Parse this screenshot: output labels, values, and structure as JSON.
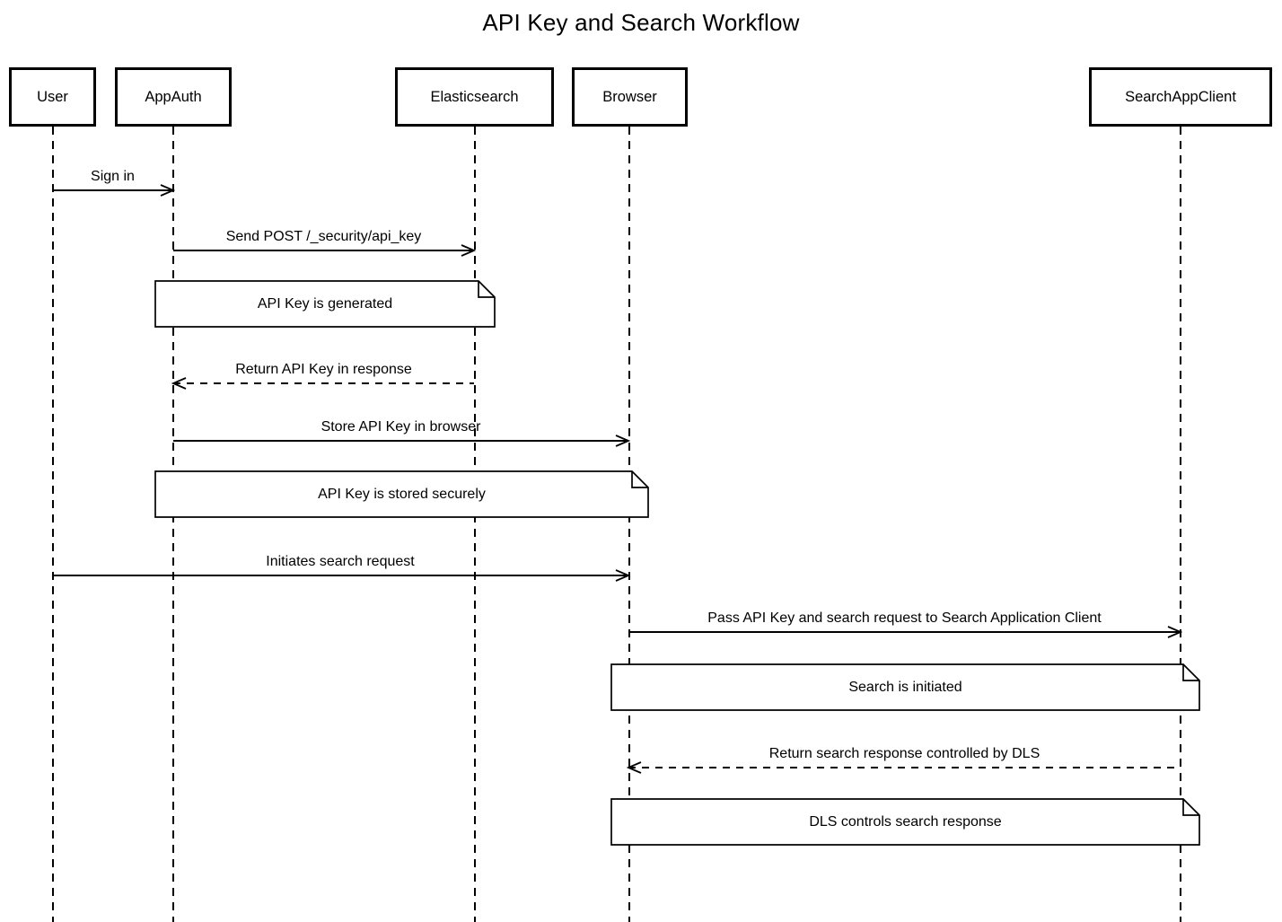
{
  "title": "API Key and Search Workflow",
  "colors": {
    "stroke": "#000000",
    "background": "#ffffff",
    "note_fill": "#ffffff"
  },
  "participants": [
    {
      "label": "User"
    },
    {
      "label": "AppAuth"
    },
    {
      "label": "Elasticsearch"
    },
    {
      "label": "Browser"
    },
    {
      "label": "SearchAppClient"
    }
  ],
  "messages": [
    {
      "label": "Sign in",
      "from": "User",
      "to": "AppAuth",
      "line": "solid"
    },
    {
      "label": "Send POST /_security/api_key",
      "from": "AppAuth",
      "to": "Elasticsearch",
      "line": "solid"
    },
    {
      "label": "Return API Key in response",
      "from": "Elasticsearch",
      "to": "AppAuth",
      "line": "dashed"
    },
    {
      "label": "Store API Key in browser",
      "from": "AppAuth",
      "to": "Browser",
      "line": "solid"
    },
    {
      "label": "Initiates search request",
      "from": "User",
      "to": "Browser",
      "line": "solid"
    },
    {
      "label": "Pass API Key and search request to Search Application Client",
      "from": "Browser",
      "to": "SearchAppClient",
      "line": "solid"
    },
    {
      "label": "Return search response controlled by DLS",
      "from": "SearchAppClient",
      "to": "Browser",
      "line": "dashed"
    }
  ],
  "notes": [
    {
      "label": "API Key is generated",
      "over": [
        "AppAuth",
        "Elasticsearch"
      ]
    },
    {
      "label": "API Key is stored securely",
      "over": [
        "AppAuth",
        "Browser"
      ]
    },
    {
      "label": "Search is initiated",
      "over": [
        "Browser",
        "SearchAppClient"
      ]
    },
    {
      "label": "DLS controls search response",
      "over": [
        "Browser",
        "SearchAppClient"
      ]
    }
  ]
}
